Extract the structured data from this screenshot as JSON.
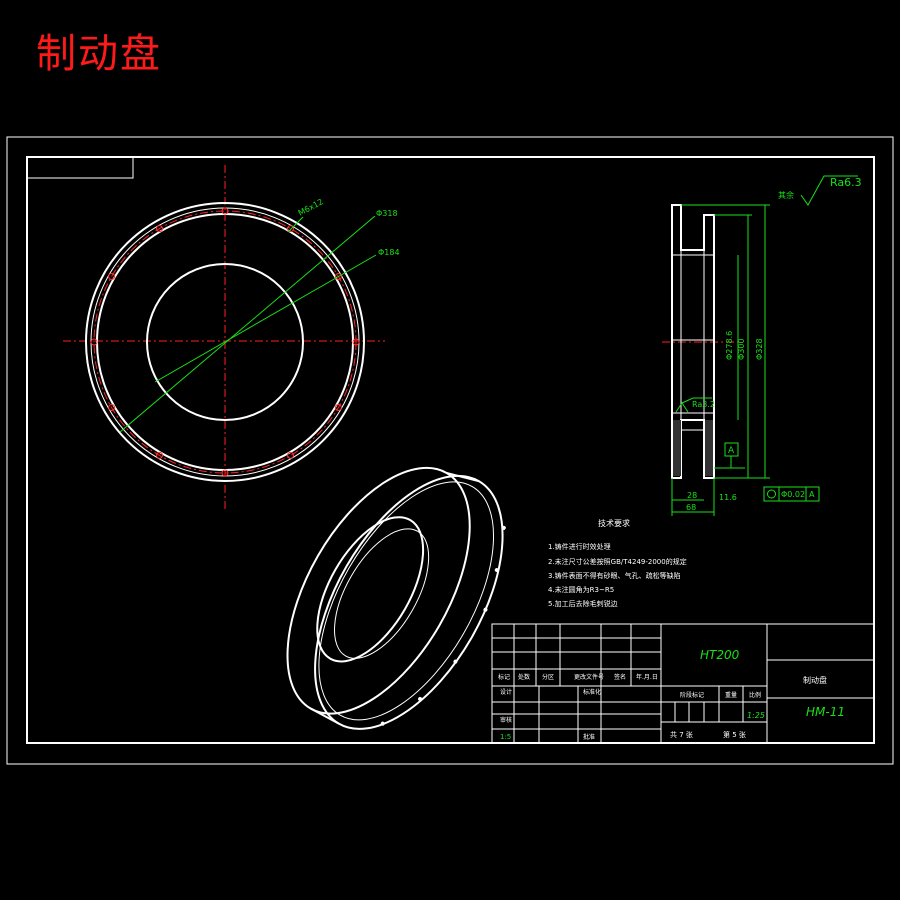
{
  "title": "制动盘",
  "dimensions": {
    "thread": "M6x12",
    "d1": "Φ318",
    "d2": "Φ184",
    "d3": "Φ278.6",
    "d4": "Φ300",
    "d5": "Φ328",
    "w1": "28",
    "w2": "11.6",
    "w3": "68",
    "datum": "A",
    "geo_tol_value": "Φ0.02",
    "geo_tol_datum": "A"
  },
  "roughness": {
    "main": "Ra6.3",
    "rest_label": "其余",
    "local": "Ra3.2"
  },
  "tech_req": {
    "heading": "技术要求",
    "items": [
      "1.铸件进行时效处理",
      "2.未注尺寸公差按照GB/T4249-2000的规定",
      "3.铸件表面不得有砂眼、气孔、疏松等缺陷",
      "4.未注圆角为R3~R5",
      "5.加工后去除毛刺锐边"
    ]
  },
  "title_block": {
    "material": "HT200",
    "part_name": "制动盘",
    "drawing_no": "HM-11",
    "scale": "1:5",
    "ratio_value": "1:25",
    "sheets_label": "共 7 张",
    "sheet_label": "第 5 张",
    "row_labels": [
      "标记",
      "处数",
      "分区",
      "更改文件号",
      "签名",
      "年.月.日"
    ],
    "role_design": "设计",
    "role_check": "审核",
    "role_std": "标准化",
    "role_approve": "批准",
    "stage_label": "阶段标记",
    "weight_label": "重量",
    "ratio_label": "比例"
  }
}
